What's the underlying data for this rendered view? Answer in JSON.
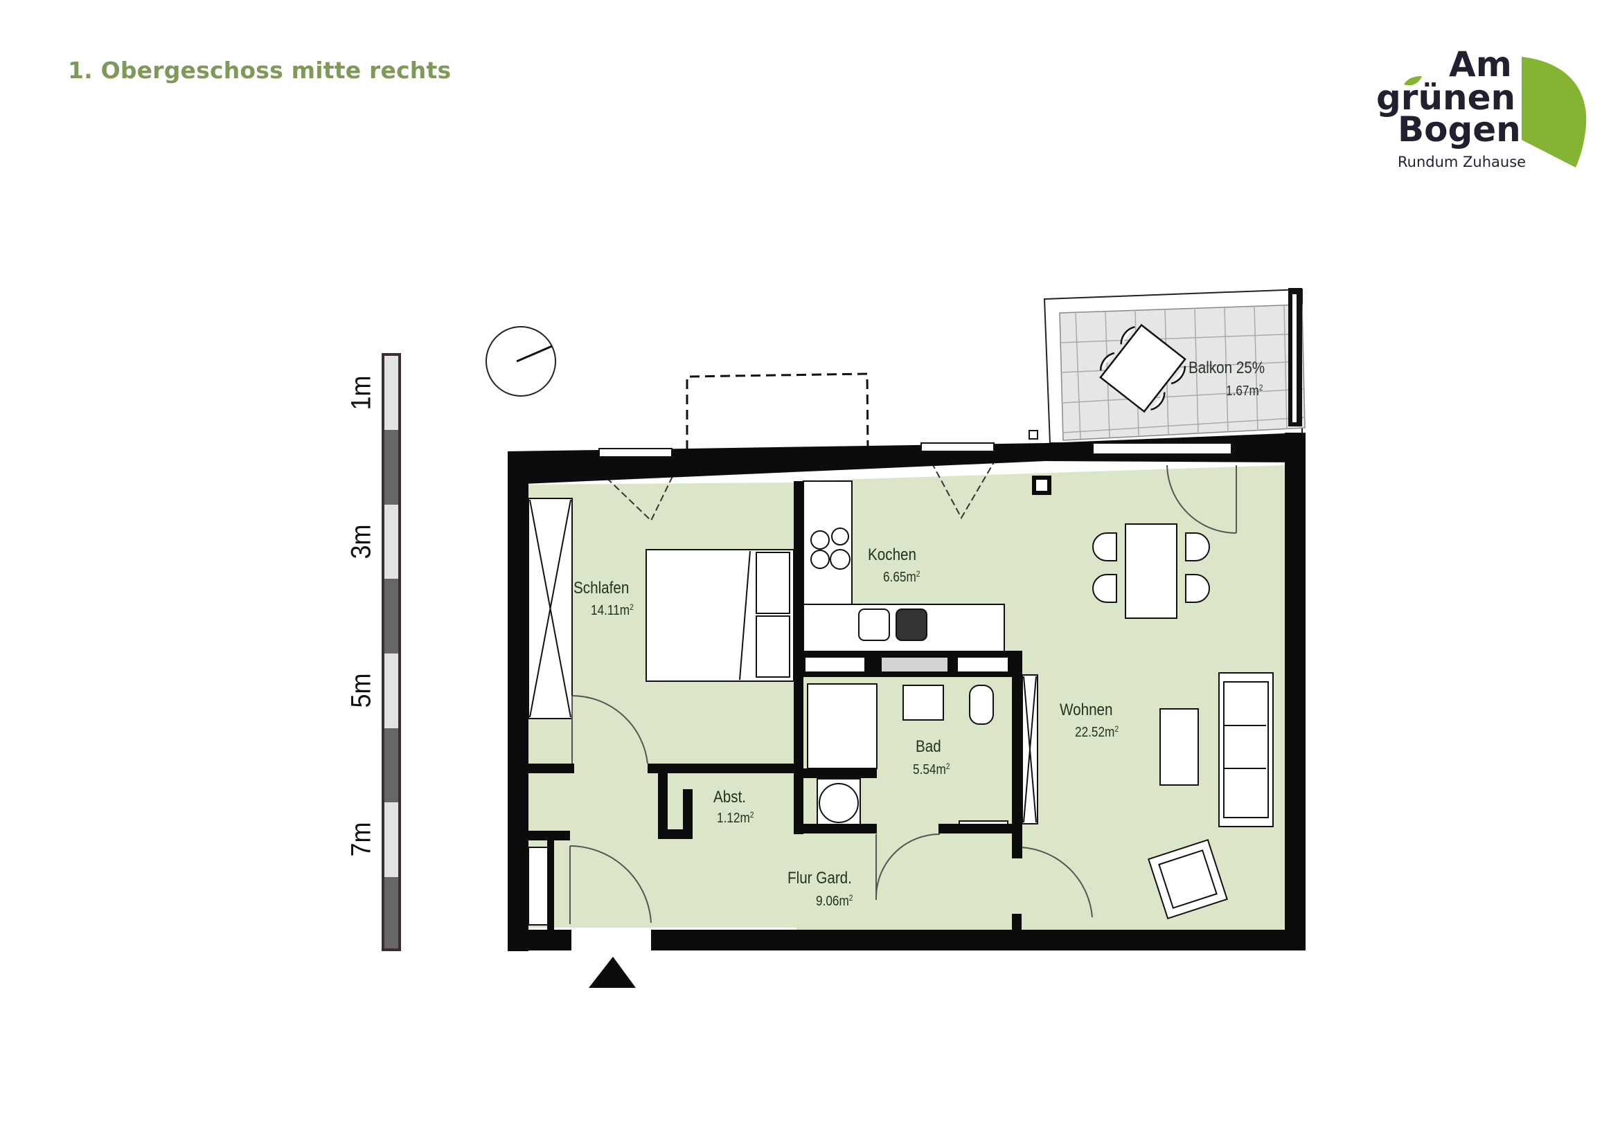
{
  "header": {
    "title": "1. Obergeschoss mitte rechts"
  },
  "logo": {
    "line1": "Am",
    "line2": "grünen",
    "line3": "Bogen",
    "tagline": "Rundum Zuhause",
    "leaf_color": "#84b431",
    "text_color": "#231f2e"
  },
  "scale_bar": {
    "labels": [
      "1m",
      "3m",
      "5m",
      "7m"
    ],
    "light_color": "#e4e3e3",
    "dark_color": "#666666"
  },
  "compass": {
    "icon": "north-arrow-icon"
  },
  "entrance": {
    "icon": "entrance-triangle-icon"
  },
  "colors": {
    "floor": "#dae6c7",
    "wall": "#0c0c0c",
    "balcony_floor": "#e6e6e6",
    "title": "#7f9a58"
  },
  "rooms": [
    {
      "id": "schlafen",
      "name": "Schlafen",
      "area": "14.11m",
      "unit_sup": "2"
    },
    {
      "id": "kochen",
      "name": "Kochen",
      "area": "6.65m",
      "unit_sup": "2"
    },
    {
      "id": "balkon",
      "name": "Balkon 25%",
      "area": "1.67m",
      "unit_sup": "2"
    },
    {
      "id": "wohnen",
      "name": "Wohnen",
      "area": "22.52m",
      "unit_sup": "2"
    },
    {
      "id": "bad",
      "name": "Bad",
      "area": "5.54m",
      "unit_sup": "2"
    },
    {
      "id": "abst",
      "name": "Abst.",
      "area": "1.12m",
      "unit_sup": "2"
    },
    {
      "id": "flur",
      "name": "Flur Gard.",
      "area": "9.06m",
      "unit_sup": "2"
    }
  ]
}
